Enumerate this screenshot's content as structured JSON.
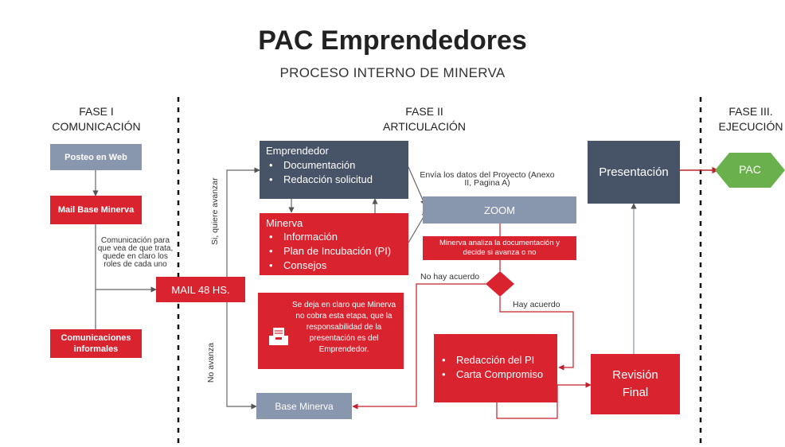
{
  "header": {
    "title": "PAC Emprendedores",
    "subtitle": "PROCESO INTERNO DE MINERVA"
  },
  "phases": {
    "fase1": {
      "line1": "FASE I",
      "line2": "COMUNICACIÓN"
    },
    "fase2": {
      "line1": "FASE II",
      "line2": "ARTICULACIÓN"
    },
    "fase3": {
      "line1": "FASE III.",
      "line2": "EJECUCIÓN"
    }
  },
  "fase1_boxes": {
    "posteo": "Posteo en Web",
    "mail_base": "Mail Base Minerva",
    "comunicaciones": "Comunicaciones informales",
    "note": "Comunicación para que vea de que trata, quede en claro los roles de cada uno"
  },
  "mail48": "MAIL 48 HS.",
  "branch_labels": {
    "si_quiere": "Si, quiere avanzar",
    "no_avanza": "No avanza",
    "envia": "Envía los datos del Proyecto (Anexo II, Pagina A)",
    "no_hay_acuerdo": "No hay acuerdo",
    "hay_acuerdo": "Hay acuerdo"
  },
  "emprendedor": {
    "title": "Emprendedor",
    "items": [
      "Documentación",
      "Redacción solicitud"
    ]
  },
  "minerva": {
    "title": "Minerva",
    "items": [
      "Información",
      "Plan de Incubación (PI)",
      "Consejos"
    ]
  },
  "info_note": "Se deja en claro que Minerva no cobra esta etapa, que la responsabilidad de la presentación es del Emprendedor.",
  "zoom": "ZOOM",
  "analiza": "Minerva analiza la documentación y decide si avanza o no",
  "base_minerva": "Base Minerva",
  "redaccion": {
    "items": [
      "Redacción del PI",
      "Carta Compromiso"
    ]
  },
  "revision": "Revisión Final",
  "presentacion": "Presentación",
  "pac": "PAC",
  "colors": {
    "red": "#d9232f",
    "blue_grey": "#8897ad",
    "dark": "#475467",
    "green": "#6ab04c"
  }
}
